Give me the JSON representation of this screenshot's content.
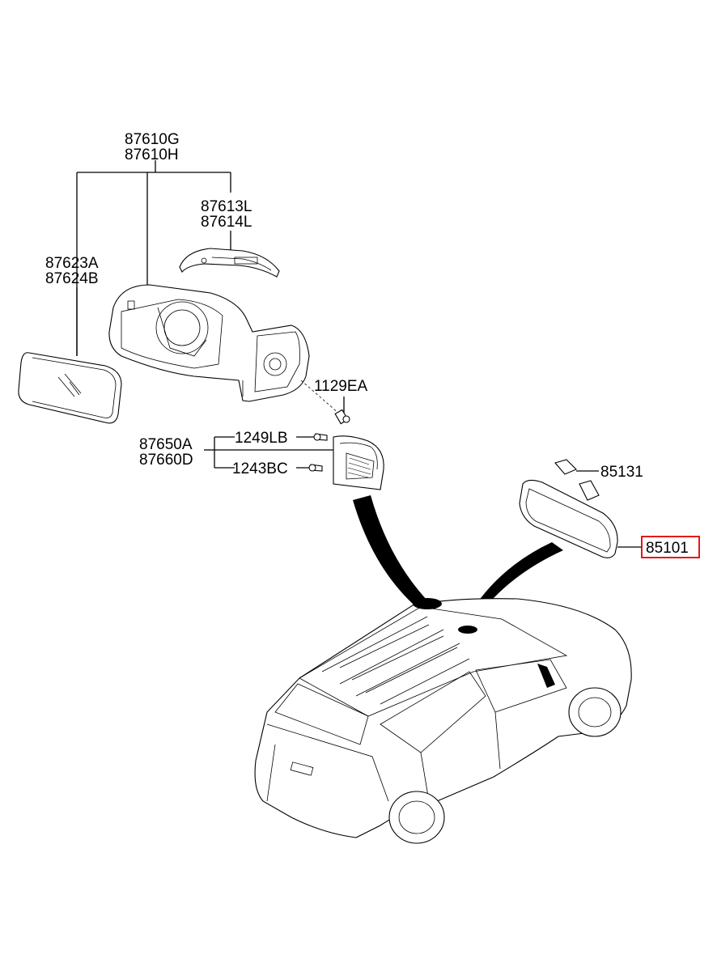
{
  "labels": {
    "housing_a": "87610G",
    "housing_b": "87610H",
    "cover_a": "87613L",
    "cover_b": "87614L",
    "glass_a": "87623A",
    "glass_b": "87624B",
    "screw": "1129EA",
    "bracket_a": "87650A",
    "bracket_b": "87660D",
    "screw_upper": "1249LB",
    "screw_lower": "1243BC",
    "inside_mirror_clip": "85131",
    "inside_mirror": "85101"
  },
  "colors": {
    "line": "#000000",
    "highlight": "#e00000",
    "background": "#ffffff"
  }
}
